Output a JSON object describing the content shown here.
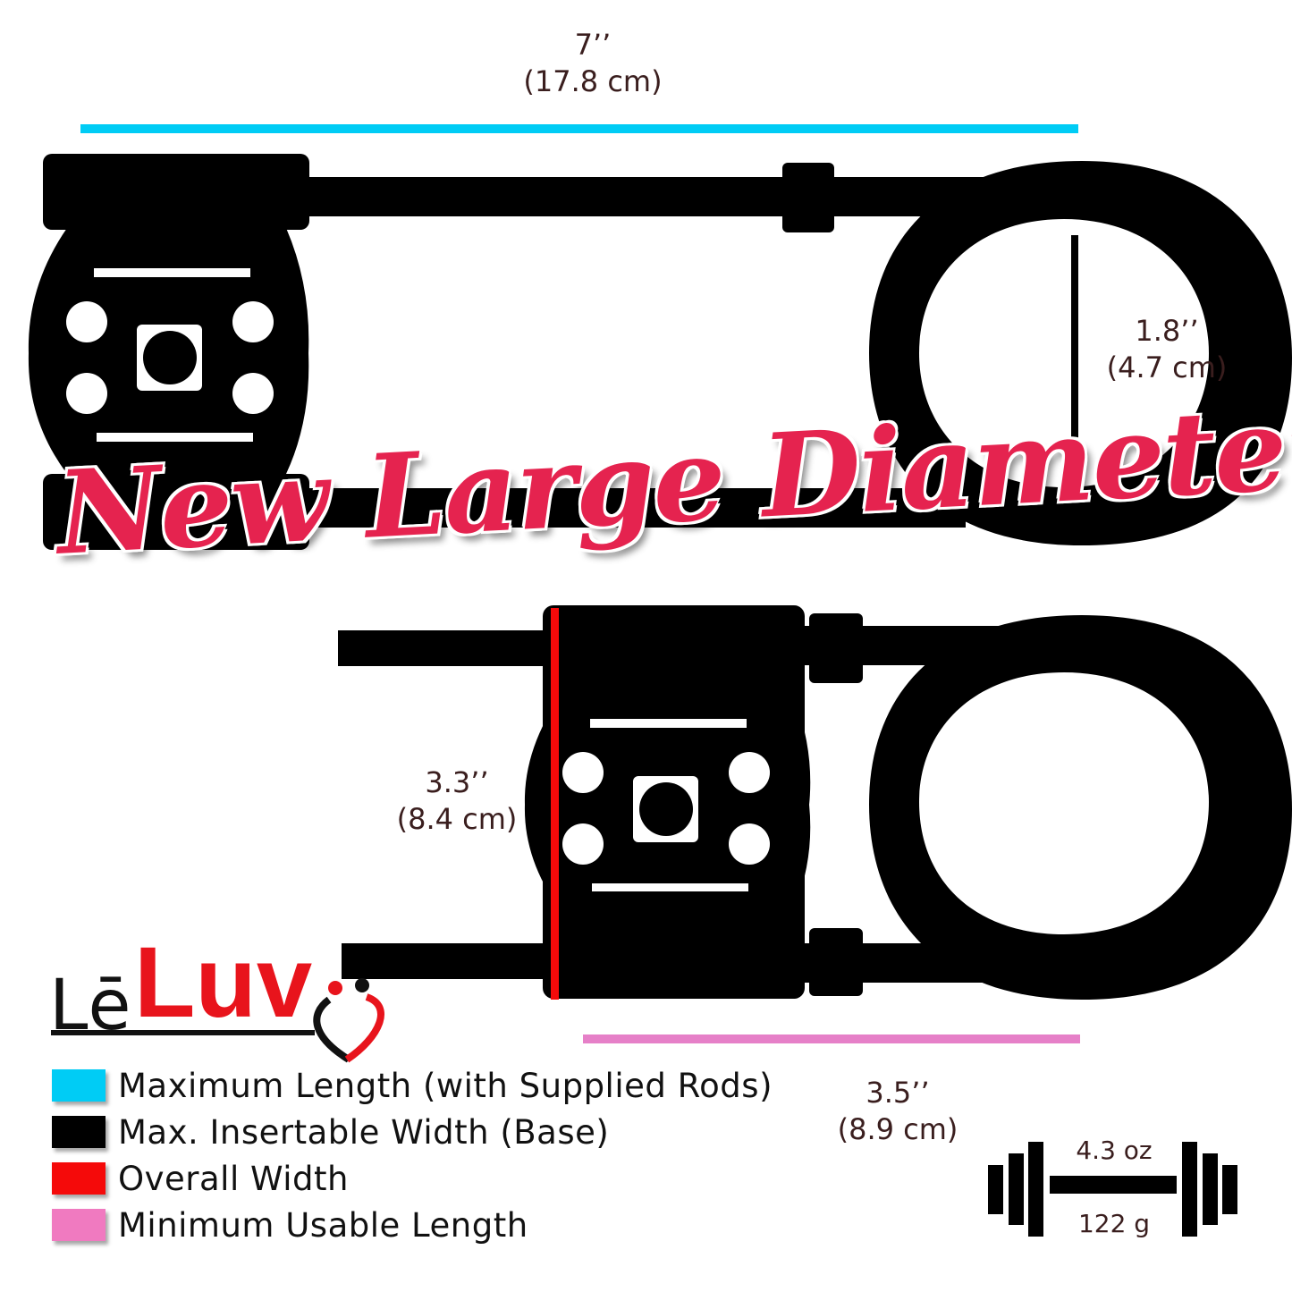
{
  "dimensions": {
    "max_length": {
      "imperial": "7’’",
      "metric": "(17.8 cm)"
    },
    "diameter": {
      "imperial": "1.8’’",
      "metric": "(4.7 cm)"
    },
    "overall_width": {
      "imperial": "3.3’’",
      "metric": "(8.4 cm)"
    },
    "min_length": {
      "imperial": "3.5’’",
      "metric": "(8.9 cm)"
    }
  },
  "banner": "New Large Diameter!",
  "logo": {
    "le": "Lē",
    "luv": "Luv"
  },
  "legend": [
    {
      "label": "Maximum Length (with Supplied Rods)",
      "color": "#00ccf5"
    },
    {
      "label": "Max. Insertable Width (Base)",
      "color": "#000000"
    },
    {
      "label": "Overall Width",
      "color": "#f50a0a"
    },
    {
      "label": "Minimum Usable Length",
      "color": "#f07ac0"
    }
  ],
  "weight": {
    "imperial": "4.3 oz",
    "metric": "122 g",
    "icon": "dumbbell-icon"
  },
  "colors": {
    "cyan": "#00ccf5",
    "red": "#f50a0a",
    "pink": "#e680c8",
    "banner": "#e5234f"
  }
}
